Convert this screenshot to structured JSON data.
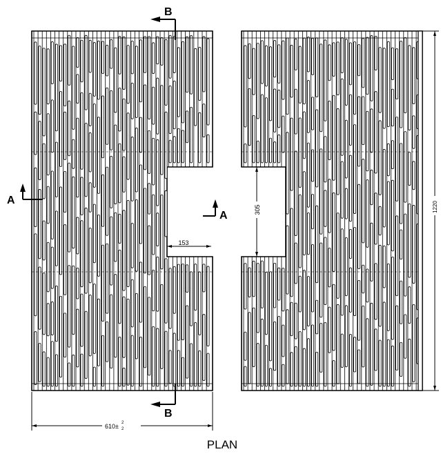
{
  "drawing": {
    "title": "PLAN",
    "section_a": "A",
    "section_b": "B",
    "dim_width": "610±",
    "dim_tol_upper": "2",
    "dim_tol_lower": "2",
    "dim_notch_depth": "153",
    "dim_notch_height": "305",
    "dim_overall_height": "1220"
  },
  "colors": {
    "line": "#000000",
    "paper": "#ffffff"
  }
}
